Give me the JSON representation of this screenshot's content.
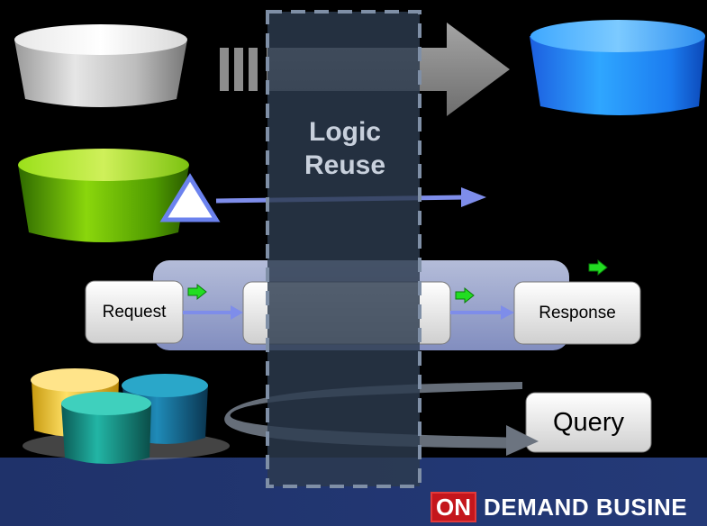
{
  "diagram": {
    "logic_reuse": [
      "Logic",
      "Reuse"
    ],
    "request_label": "Request",
    "response_label": "Response",
    "query_label": "Query"
  },
  "footer": {
    "brand_on": "ON",
    "brand_rest": "DEMAND BUSINE"
  },
  "colors": {
    "background": "#000000",
    "band": "#21356f",
    "overlay": "#2c3a4e",
    "dashed_border": "#7f8fa6",
    "arrow_blue": "#7e8dea",
    "green_marker": "#22dd22",
    "brand_red": "#c4161c"
  },
  "icons": [
    "gray-database-icon",
    "blue-database-icon",
    "green-database-icon",
    "triangle-icon",
    "db-cluster-icon"
  ]
}
